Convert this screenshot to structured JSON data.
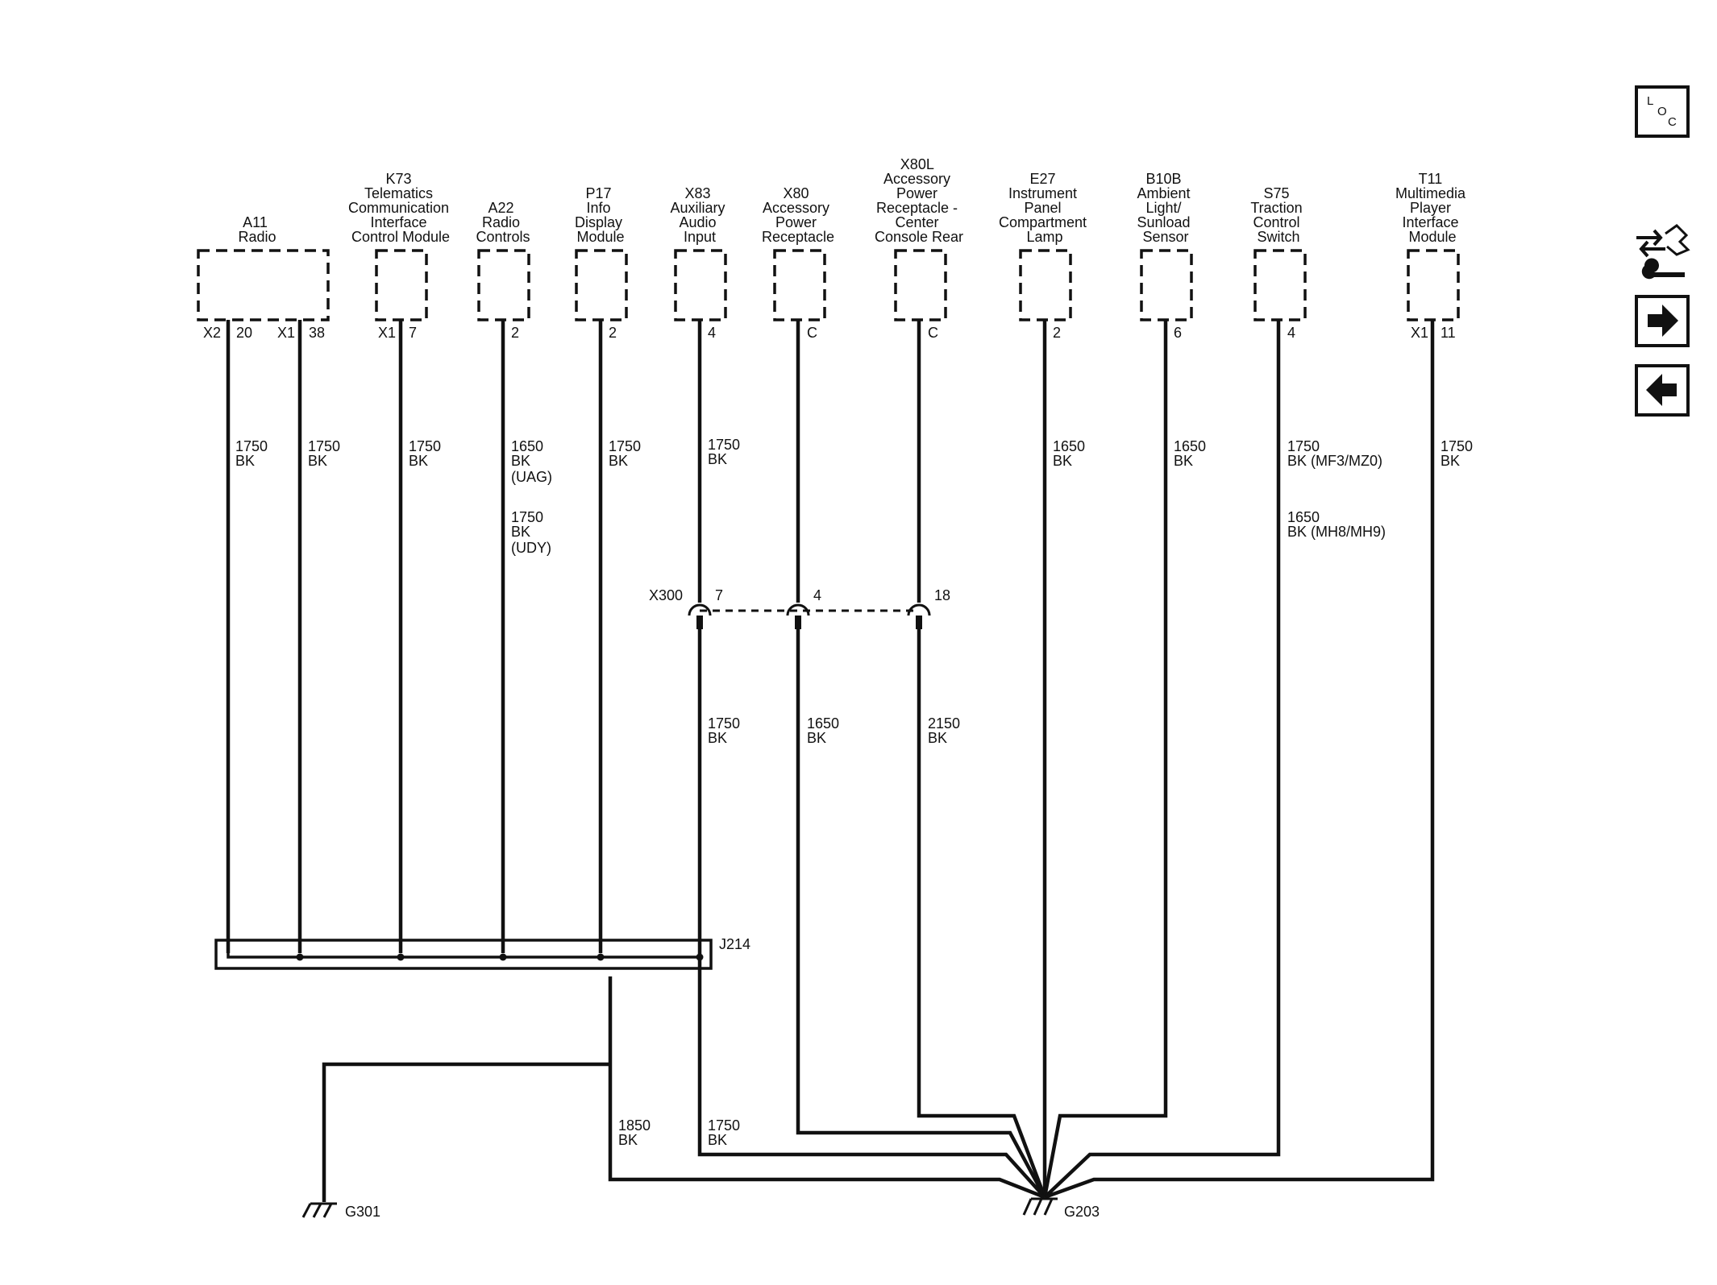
{
  "components": [
    {
      "id": "A11",
      "lines": [
        "A11",
        "Radio"
      ]
    },
    {
      "id": "K73",
      "lines": [
        "K73",
        "Telematics",
        "Communication",
        "Interface",
        "Control Module"
      ]
    },
    {
      "id": "A22",
      "lines": [
        "A22",
        "Radio",
        "Controls"
      ]
    },
    {
      "id": "P17",
      "lines": [
        "P17",
        "Info",
        "Display",
        "Module"
      ]
    },
    {
      "id": "X83",
      "lines": [
        "X83",
        "Auxiliary",
        "Audio",
        "Input"
      ]
    },
    {
      "id": "X80",
      "lines": [
        "X80",
        "Accessory",
        "Power",
        "Receptacle"
      ]
    },
    {
      "id": "X80L",
      "lines": [
        "X80L",
        "Accessory",
        "Power",
        "Receptacle -",
        "Center",
        "Console Rear"
      ]
    },
    {
      "id": "E27",
      "lines": [
        "E27",
        "Instrument",
        "Panel",
        "Compartment",
        "Lamp"
      ]
    },
    {
      "id": "B10B",
      "lines": [
        "B10B",
        "Ambient",
        "Light/",
        "Sunload",
        "Sensor"
      ]
    },
    {
      "id": "S75",
      "lines": [
        "S75",
        "Traction",
        "Control",
        "Switch"
      ]
    },
    {
      "id": "T11",
      "lines": [
        "T11",
        "Multimedia",
        "Player",
        "Interface",
        "Module"
      ]
    }
  ],
  "pins": [
    {
      "text": "X2"
    },
    {
      "text": "20"
    },
    {
      "text": "X1"
    },
    {
      "text": "38"
    },
    {
      "text": "X1"
    },
    {
      "text": "7"
    },
    {
      "text": "2"
    },
    {
      "text": "2"
    },
    {
      "text": "4"
    },
    {
      "text": "C"
    },
    {
      "text": "C"
    },
    {
      "text": "2"
    },
    {
      "text": "6"
    },
    {
      "text": "4"
    },
    {
      "text": "X1"
    },
    {
      "text": "11"
    }
  ],
  "wire_labels": [
    {
      "lines": [
        "1750",
        "BK"
      ]
    },
    {
      "lines": [
        "1750",
        "BK"
      ]
    },
    {
      "lines": [
        "1750",
        "BK"
      ]
    },
    {
      "lines": [
        "1650",
        "BK",
        "(UAG)"
      ]
    },
    {
      "lines": [
        "1750",
        "BK",
        "(UDY)"
      ]
    },
    {
      "lines": [
        "1750",
        "BK"
      ]
    },
    {
      "lines": [
        "1750",
        "BK"
      ]
    },
    {
      "lines": [
        "1650",
        "BK"
      ]
    },
    {
      "lines": [
        "1650",
        "BK"
      ]
    },
    {
      "lines": [
        "1750",
        "BK  (MF3/MZ0)"
      ]
    },
    {
      "lines": [
        "1650",
        "BK   (MH8/MH9)"
      ]
    },
    {
      "lines": [
        "1750",
        "BK"
      ]
    },
    {
      "lines": [
        "1750",
        "BK"
      ]
    },
    {
      "lines": [
        "1650",
        "BK"
      ]
    },
    {
      "lines": [
        "2150",
        "BK"
      ]
    },
    {
      "lines": [
        "1850",
        "BK"
      ]
    },
    {
      "lines": [
        "1750",
        "BK"
      ]
    }
  ],
  "inline_connector": {
    "name": "X300",
    "pins": [
      "7",
      "4",
      "18"
    ]
  },
  "splice": {
    "name": "J214"
  },
  "grounds": [
    {
      "name": "G301"
    },
    {
      "name": "G203"
    }
  ],
  "nav": {
    "loc_letters": [
      "L",
      "O",
      "C"
    ]
  }
}
